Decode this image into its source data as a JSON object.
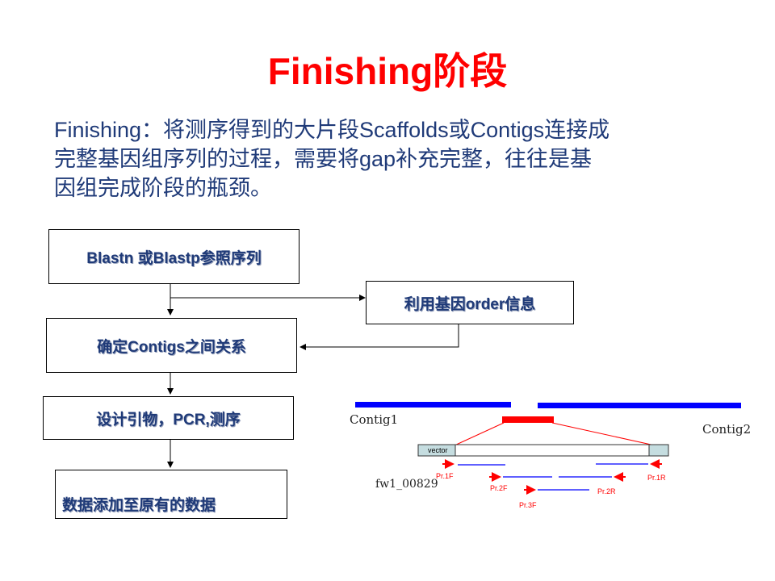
{
  "title": "Finishing阶段",
  "description": {
    "lines": [
      "Finishing：将测序得到的大片段Scaffolds或Contigs连接成",
      "完整基因组序列的过程，需要将gap补充完整，往往是基",
      "因组完成阶段的瓶颈。"
    ]
  },
  "flow": {
    "step1": "Blastn 或Blastp参照序列",
    "side": "利用基因order信息",
    "step2": "确定Contigs之间关系",
    "step3": "设计引物，PCR,测序",
    "step4": "数据添加至原有的数据"
  },
  "gap_figure": {
    "contig1": "Contig1",
    "contig2": "Contig2",
    "vector": "vector",
    "clone_id": "fw1_00829",
    "primers": [
      "Pr.1F",
      "Pr.2F",
      "Pr.3F",
      "Pr.2R",
      "Pr.1R"
    ],
    "colors": {
      "contig": "#0000ff",
      "gap": "#ff0000",
      "primer": "#ff0000",
      "read": "#0000ff"
    }
  }
}
